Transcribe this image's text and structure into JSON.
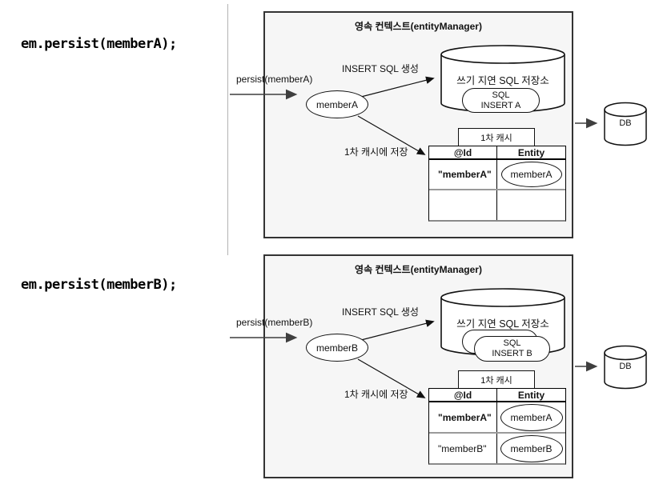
{
  "diagram_title": "JPA persistence context write-behind diagram",
  "colors": {
    "panel_bg": "#f6f6f6",
    "border": "#333333",
    "arrow": "#3f3f3f",
    "shape_stroke": "#111111"
  },
  "panels": [
    {
      "code": "em.persist(memberA);",
      "persist_label": "persist(memberA)",
      "title": "영속 컨텍스트(entityManager)",
      "insert_sql_label": "INSERT SQL 생성",
      "member_label": "memberA",
      "storage_label": "쓰기 지연 SQL 저장소",
      "sql_card": {
        "line1": "SQL",
        "line2": "INSERT A"
      },
      "cache_arrow_label": "1차 캐시에 저장",
      "cache_tab": "1차 캐시",
      "table": {
        "headers": [
          "@Id",
          "Entity"
        ],
        "rows": [
          {
            "id": "\"memberA\"",
            "entity": "memberA"
          },
          {
            "id": "",
            "entity": ""
          }
        ]
      },
      "db_label": "DB"
    },
    {
      "code": "em.persist(memberB);",
      "persist_label": "persist(memberB)",
      "title": "영속 컨텍스트(entityManager)",
      "insert_sql_label": "INSERT SQL 생성",
      "member_label": "memberB",
      "storage_label": "쓰기 지연 SQL 저장소",
      "sql_card": {
        "line1": "SQL",
        "line2": "INSERT B"
      },
      "cache_arrow_label": "1차 캐시에 저장",
      "cache_tab": "1차 캐시",
      "table": {
        "headers": [
          "@Id",
          "Entity"
        ],
        "rows": [
          {
            "id": "\"memberA\"",
            "entity": "memberA"
          },
          {
            "id": "\"memberB\"",
            "entity": "memberB"
          }
        ]
      },
      "db_label": "DB"
    }
  ]
}
